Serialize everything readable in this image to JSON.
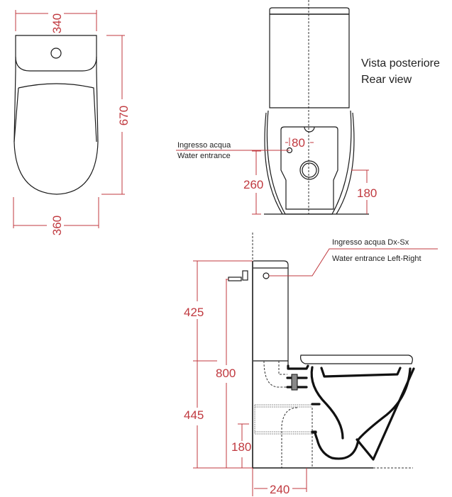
{
  "drawing": {
    "colors": {
      "dimension": "#c0393f",
      "outline": "#1a1a1a",
      "background": "#ffffff"
    },
    "top_view": {
      "width_top": "340",
      "length": "670",
      "width_bottom": "360"
    },
    "rear_view": {
      "title_it": "Vista posteriore",
      "title_en": "Rear view",
      "inlet_label_it": "Ingresso acqua",
      "inlet_label_en": "Water entrance",
      "inlet_offset": "80",
      "inlet_height": "260",
      "outlet_height": "180"
    },
    "side_view": {
      "inlet_label_it": "Ingresso acqua  Dx-Sx",
      "inlet_label_en": "Water entrance  Left-Right",
      "tank_height": "425",
      "total_height": "800",
      "bowl_height": "445",
      "outlet_height": "180",
      "outlet_distance": "240"
    }
  }
}
